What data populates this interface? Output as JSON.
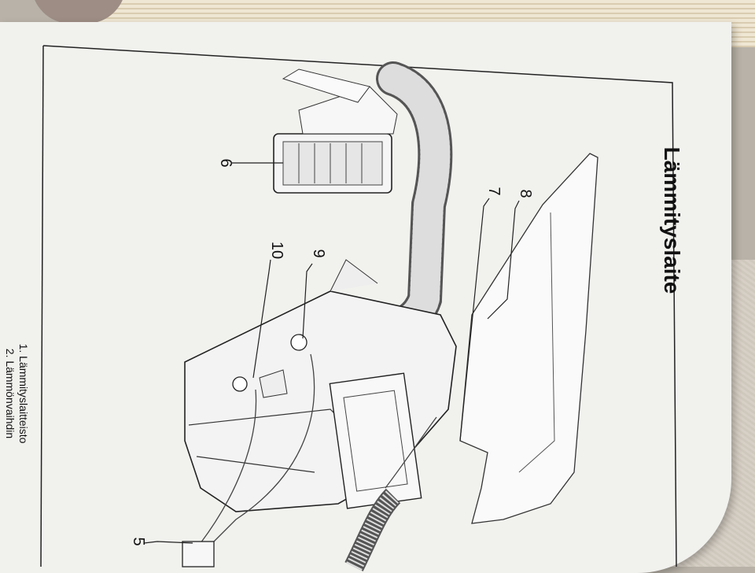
{
  "page": {
    "title": "Lämmityslaite",
    "callouts": [
      "5",
      "6",
      "7",
      "8",
      "9",
      "10"
    ],
    "legend": [
      "1. Lämmityslaitteisto",
      "2. Lämmönvaihdin"
    ]
  }
}
